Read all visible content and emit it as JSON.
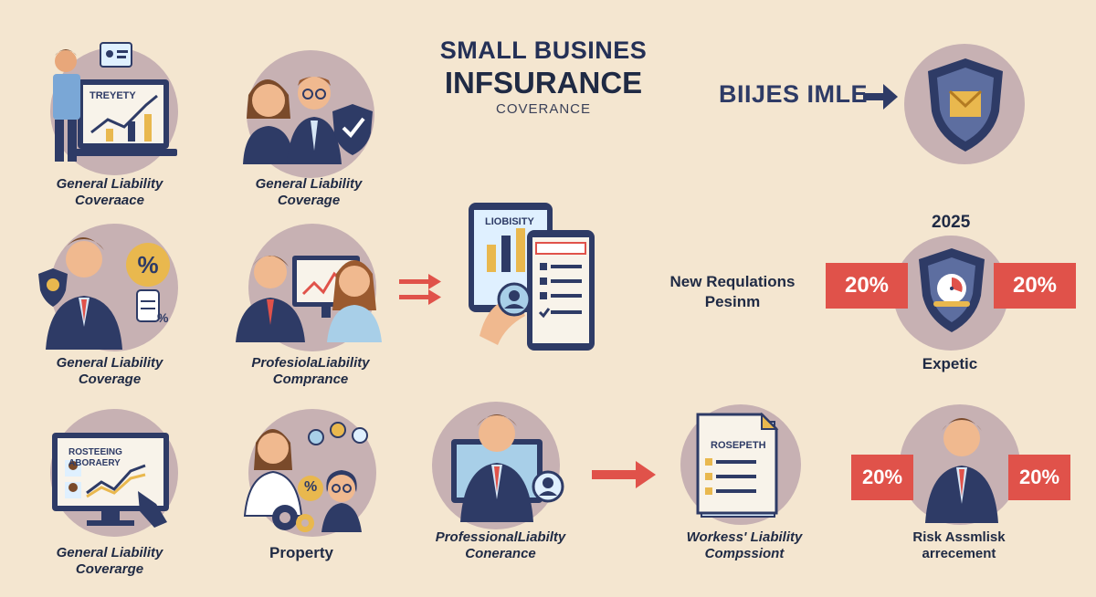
{
  "header": {
    "title_line1": "SMALL BUSINES",
    "title_line2": "INFSURANCE",
    "title_line3": "COVERANCE",
    "right_banner": "BIIJES IMLE"
  },
  "tiles": {
    "r1c1": {
      "caption1": "General Liability",
      "caption2": "Coveraace",
      "screen_text": "TREYETY"
    },
    "r1c2": {
      "caption1": "General Liability",
      "caption2": "Coverage"
    },
    "r2c1": {
      "caption1": "General Liability",
      "caption2": "Coverage",
      "percent": "%"
    },
    "r2c2": {
      "caption1": "ProfesiolaLiability",
      "caption2": "Comprance"
    },
    "r2c3": {
      "tablet_text": "LIOBISITY"
    },
    "r3c1": {
      "caption1": "General Liability",
      "caption2": "Coverarge",
      "screen_line1": "ROSTEEING",
      "screen_line2": "ABORAERY"
    },
    "r3c2": {
      "caption": "Property",
      "percent": "%"
    },
    "r3c3": {
      "caption1": "ProfessionalLiabilty",
      "caption2": "Conerance"
    },
    "r3c4": {
      "caption1": "Workess' Liability",
      "caption2": "Compssiont",
      "doc_title": "ROSEPETH"
    },
    "r3c5": {
      "caption1": "Risk Assmlisk",
      "caption2": "arrecement",
      "badge_left": "20%",
      "badge_right": "20%"
    }
  },
  "regulations": {
    "line1": "New Requlations",
    "line2": "Pesinm",
    "year": "2025",
    "badge_left": "20%",
    "badge_right": "20%",
    "caption": "Expetic"
  },
  "colors": {
    "background": "#f4e6d0",
    "circle": "#c7b1b3",
    "navy": "#2e3b66",
    "accent_red": "#e0524a",
    "gold": "#e9b84e"
  }
}
